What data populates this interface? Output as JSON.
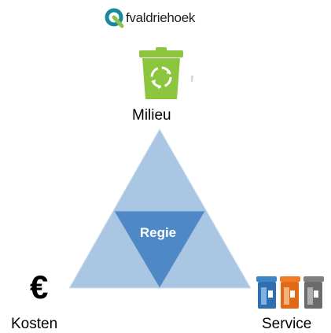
{
  "logo": {
    "text": "fvaldriehoek",
    "color_teal": "#1a8a9a",
    "color_green": "#8bc34a"
  },
  "nodes": {
    "top": {
      "label": "Milieu",
      "icon": "recycle-bin-icon"
    },
    "left": {
      "label": "Kosten",
      "icon": "euro-icon",
      "symbol": "€"
    },
    "right": {
      "label": "Service",
      "icon": "waste-containers-icon"
    },
    "center": {
      "label": "Regie"
    }
  },
  "colors": {
    "triangle_fill": "#a9c6e3",
    "triangle_stroke": "#d8e4f0",
    "center_fill": "#4f88c6",
    "bin_green": "#8cc63f",
    "container_blue": "#3d85c6",
    "container_orange": "#f07c2a",
    "container_gray": "#7f7f7f"
  }
}
